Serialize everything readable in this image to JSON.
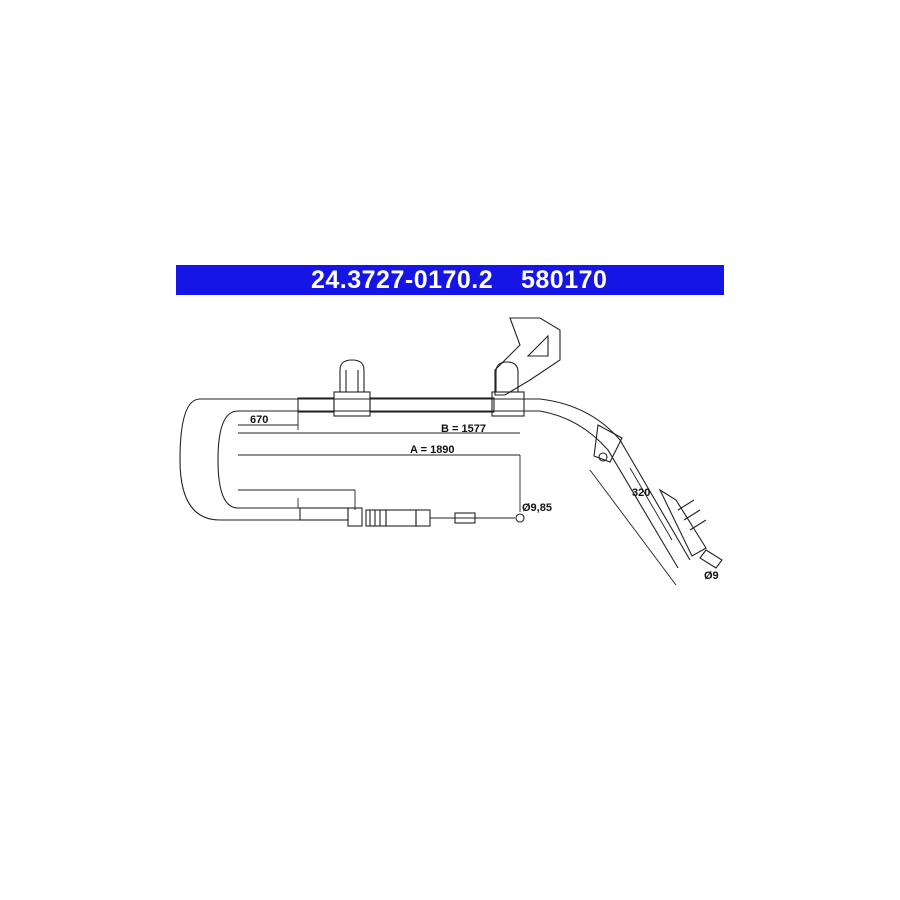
{
  "header": {
    "part_number": "24.3727-0170.2",
    "ref_code": "580170",
    "background_color": "#1515e6"
  },
  "dimensions": {
    "d670": "670",
    "b": "B = 1577",
    "a": "A = 1890",
    "d320": "320",
    "diam_left": "Ø9,85",
    "diam_right": "Ø9"
  }
}
